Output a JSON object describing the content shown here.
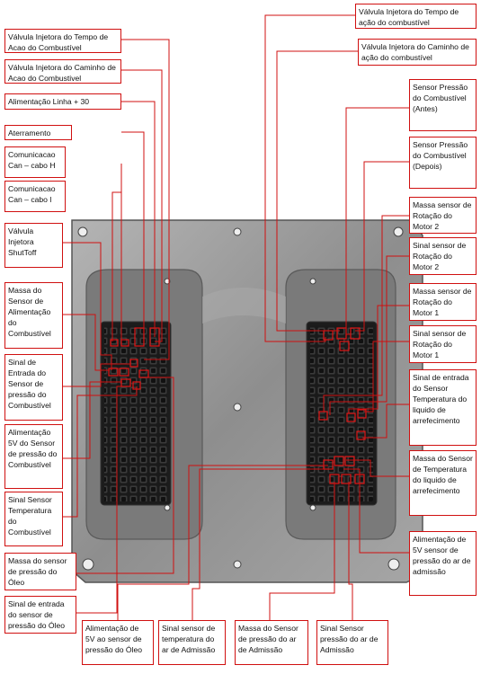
{
  "labels": {
    "l1": "Válvula Injetora do Tempo de Acao do Combustível",
    "l2": "Válvula Injetora do Caminho de Acao do Combustivel",
    "l3": "Alimentação Linha + 30",
    "l4": "Aterramento",
    "l5": "Comunicacao Can – cabo H",
    "l6": "Comunicacao Can – cabo l",
    "l7": "Válvula Injetora ShutToff",
    "l8": "Massa do Sensor de Alimentação do Combustível",
    "l9": "Sinal de Entrada do Sensor de pressão do Combustível",
    "l10": "Alimentação 5V do Sensor de pressão do Combustível",
    "l11": "Sinal Sensor Temperatura do Combustível",
    "l12": "Massa do sensor de pressão do Óleo",
    "l13": "Sinal de entrada do sensor de pressão do Óleo",
    "r1": "Válvula Injetora do Tempo de ação do combustível",
    "r2": "Válvula Injetora do Caminho de ação do combustível",
    "r3": "Sensor Pressão do Combustível (Antes)",
    "r4": "Sensor Pressão do Combustível (Depois)",
    "r5": "Massa sensor de Rotação do Motor 2",
    "r6": "Sinal sensor de Rotação do Motor 2",
    "r7": "Massa sensor de Rotação do Motor 1",
    "r8": "Sinal sensor de Rotação do Motor 1",
    "r9": "Sinal de entrada do Sensor Temperatura do liquido de arrefecimento",
    "r10": "Massa do Sensor de Temperatura do liquido de arrefecimento",
    "r11": "Alimentação de 5V sensor de pressão do ar de admissão",
    "b1": "Alimentação de 5V ao sensor de pressão do Óleo",
    "b2": "Sinal sensor de temperatura do ar de Admissão",
    "b3": "Massa do Sensor de pressão do ar de Admissão",
    "b4": "Sinal Sensor pressão do ar de Admissão"
  },
  "colors": {
    "label_border": "#d01010",
    "leader_line": "#d01010",
    "ecu_plate": "#9a9a9a",
    "connector": "#1c1c1c"
  }
}
